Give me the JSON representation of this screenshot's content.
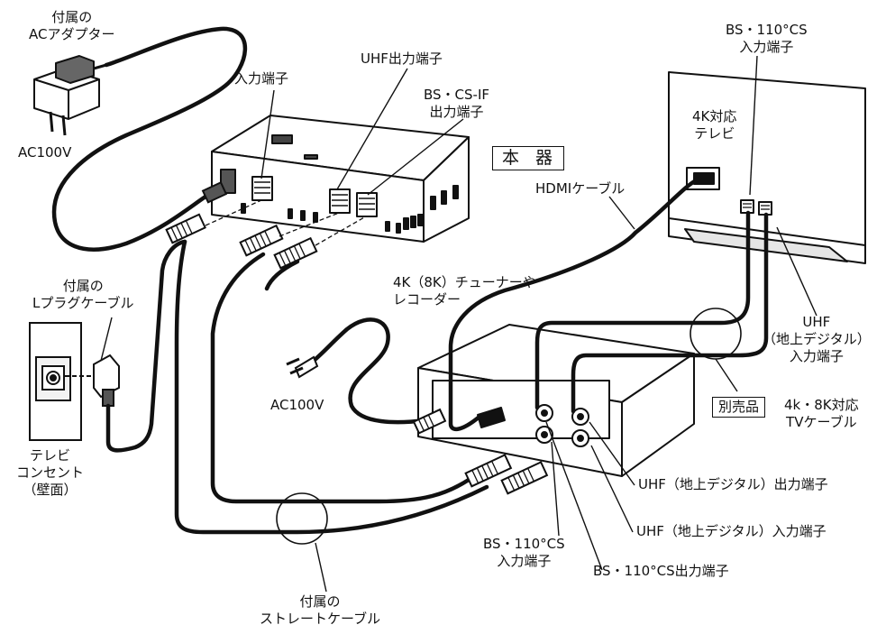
{
  "labels": {
    "ac_adapter": [
      "付属の",
      "ACアダプター"
    ],
    "ac100v_adapter": "AC100V",
    "input_terminal": "入力端子",
    "uhf_output_terminal": "UHF出力端子",
    "bscs_if_output": [
      "BS・CS-IF",
      "出力端子"
    ],
    "device_main": "本 器",
    "tv_bs_input": [
      "BS・110°CS",
      "入力端子"
    ],
    "tv_4k": [
      "4K対応",
      "テレビ"
    ],
    "hdmi_cable": "HDMIケーブル",
    "l_plug_cable": [
      "付属の",
      "Lプラグケーブル"
    ],
    "tuner_recorder": [
      "4K（8K）チューナーや",
      "レコーダー"
    ],
    "tv_uhf_input": [
      "UHF",
      "（地上デジタル）",
      "入力端子"
    ],
    "ac100v_recorder": "AC100V",
    "sold_separately": "別売品",
    "tv_cable_4k8k": [
      "4k・8K対応",
      "TVケーブル"
    ],
    "tv_outlet": [
      "テレビ",
      "コンセント",
      "（壁面）"
    ],
    "rec_uhf_output": "UHF（地上デジタル）出力端子",
    "rec_uhf_input": "UHF（地上デジタル）入力端子",
    "rec_bs_input": [
      "BS・110°CS",
      "入力端子"
    ],
    "rec_bs_output": "BS・110°CS出力端子",
    "straight_cable": [
      "付属の",
      "ストレートケーブル"
    ]
  }
}
